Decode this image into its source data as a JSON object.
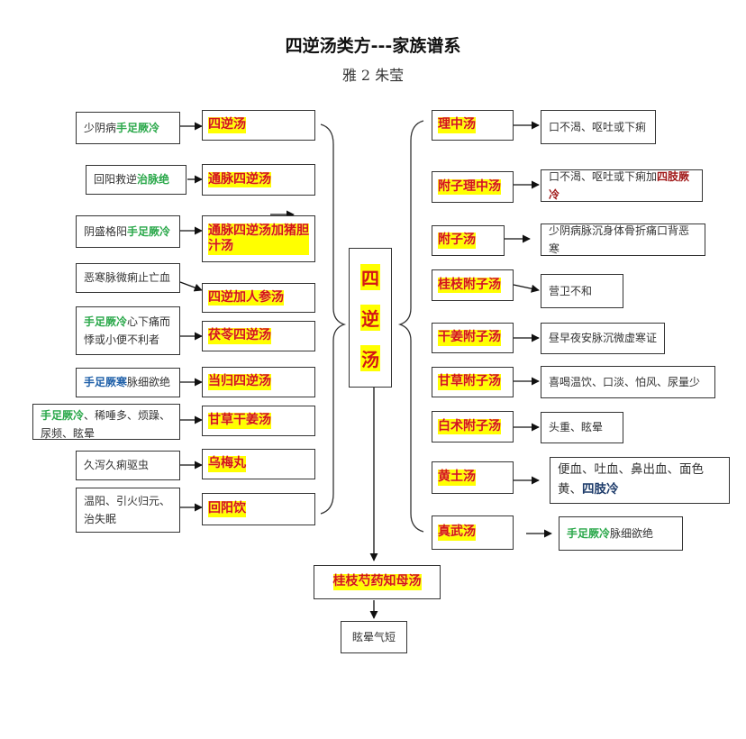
{
  "title": "四逆汤类方---家族谱系",
  "author": "雅 2  朱莹",
  "center": [
    "四",
    "逆",
    "汤"
  ],
  "colors": {
    "highlight_bg": "#ffff00",
    "formula_text": "#d41515",
    "symptom_green": "#2aa84a",
    "symptom_blue": "#1e5fa8",
    "symptom_darkred": "#a01818",
    "symptom_navy": "#1d3b6a"
  },
  "left": [
    {
      "cond_em": "",
      "cond_em_color": "",
      "cond_pre": "少阴病",
      "cond_post_em": "手足厥冷",
      "cond_post_color": "green",
      "cond_tail": "",
      "formula": "四逆汤"
    },
    {
      "cond_em": "",
      "cond_em_color": "",
      "cond_pre": "回阳救逆",
      "cond_post_em": "治脉绝",
      "cond_post_color": "green",
      "cond_tail": "",
      "formula": "通脉四逆汤"
    },
    {
      "cond_em": "",
      "cond_em_color": "",
      "cond_pre": "阴盛格阳",
      "cond_post_em": "手足厥冷",
      "cond_post_color": "green",
      "cond_tail": "",
      "formula": "通脉四逆汤加猪胆汁汤"
    },
    {
      "cond_em": "",
      "cond_em_color": "",
      "cond_pre": "恶寒脉微痢止亡血",
      "cond_post_em": "",
      "cond_post_color": "",
      "cond_tail": "",
      "formula": "四逆加人参汤"
    },
    {
      "cond_em": "手足厥冷",
      "cond_em_color": "green",
      "cond_pre": "",
      "cond_post_em": "",
      "cond_post_color": "",
      "cond_tail": "心下痛而悸或小便不利者",
      "formula": "茯苓四逆汤"
    },
    {
      "cond_em": "手足厥寒",
      "cond_em_color": "blue",
      "cond_pre": "",
      "cond_post_em": "",
      "cond_post_color": "",
      "cond_tail": "脉细欲绝",
      "formula": "当归四逆汤"
    },
    {
      "cond_em": "手足厥冷",
      "cond_em_color": "green",
      "cond_pre": "",
      "cond_post_em": "",
      "cond_post_color": "",
      "cond_tail": "、稀唾多、烦躁、尿频、眩晕",
      "formula": "甘草干姜汤"
    },
    {
      "cond_em": "",
      "cond_em_color": "",
      "cond_pre": "久泻久痢驱虫",
      "cond_post_em": "",
      "cond_post_color": "",
      "cond_tail": "",
      "formula": "乌梅丸"
    },
    {
      "cond_em": "",
      "cond_em_color": "",
      "cond_pre": "温阳、引火归元、治失眠",
      "cond_post_em": "",
      "cond_post_color": "",
      "cond_tail": "",
      "formula": "回阳饮"
    }
  ],
  "right": [
    {
      "formula": "理中汤",
      "desc_em": "",
      "desc_em_color": "",
      "desc_pre": "口不渴、呕吐或下痢",
      "desc_post_em": "",
      "desc_post_color": "",
      "desc_tail": ""
    },
    {
      "formula": "附子理中汤",
      "desc_em": "",
      "desc_em_color": "",
      "desc_pre": "口不渴、呕吐或下痢加",
      "desc_post_em": "四肢厥冷",
      "desc_post_color": "darkred",
      "desc_tail": ""
    },
    {
      "formula": "附子汤",
      "desc_em": "",
      "desc_em_color": "",
      "desc_pre": "少阴病脉沉身体骨折痛口背恶寒",
      "desc_post_em": "",
      "desc_post_color": "",
      "desc_tail": ""
    },
    {
      "formula": "桂枝附子汤",
      "desc_em": "",
      "desc_em_color": "",
      "desc_pre": "营卫不和",
      "desc_post_em": "",
      "desc_post_color": "",
      "desc_tail": ""
    },
    {
      "formula": "干姜附子汤",
      "desc_em": "",
      "desc_em_color": "",
      "desc_pre": "昼早夜安脉沉微虚寒证",
      "desc_post_em": "",
      "desc_post_color": "",
      "desc_tail": ""
    },
    {
      "formula": "甘草附子汤",
      "desc_em": "",
      "desc_em_color": "",
      "desc_pre": "喜喝温饮、口淡、怕风、尿量少",
      "desc_post_em": "",
      "desc_post_color": "",
      "desc_tail": ""
    },
    {
      "formula": "白术附子汤",
      "desc_em": "",
      "desc_em_color": "",
      "desc_pre": "头重、眩晕",
      "desc_post_em": "",
      "desc_post_color": "",
      "desc_tail": ""
    },
    {
      "formula": "黄土汤",
      "desc_em": "",
      "desc_em_color": "",
      "desc_pre": "便血、吐血、鼻出血、面色黄、",
      "desc_post_em": "四肢冷",
      "desc_post_color": "navy",
      "desc_tail": ""
    },
    {
      "formula": "真武汤",
      "desc_em": "手足厥冷",
      "desc_em_color": "green",
      "desc_pre": "",
      "desc_post_em": "",
      "desc_post_color": "",
      "desc_tail": "脉细欲绝"
    }
  ],
  "bottom": {
    "formula": "桂枝芍药知母汤",
    "desc": "眩晕气短"
  }
}
